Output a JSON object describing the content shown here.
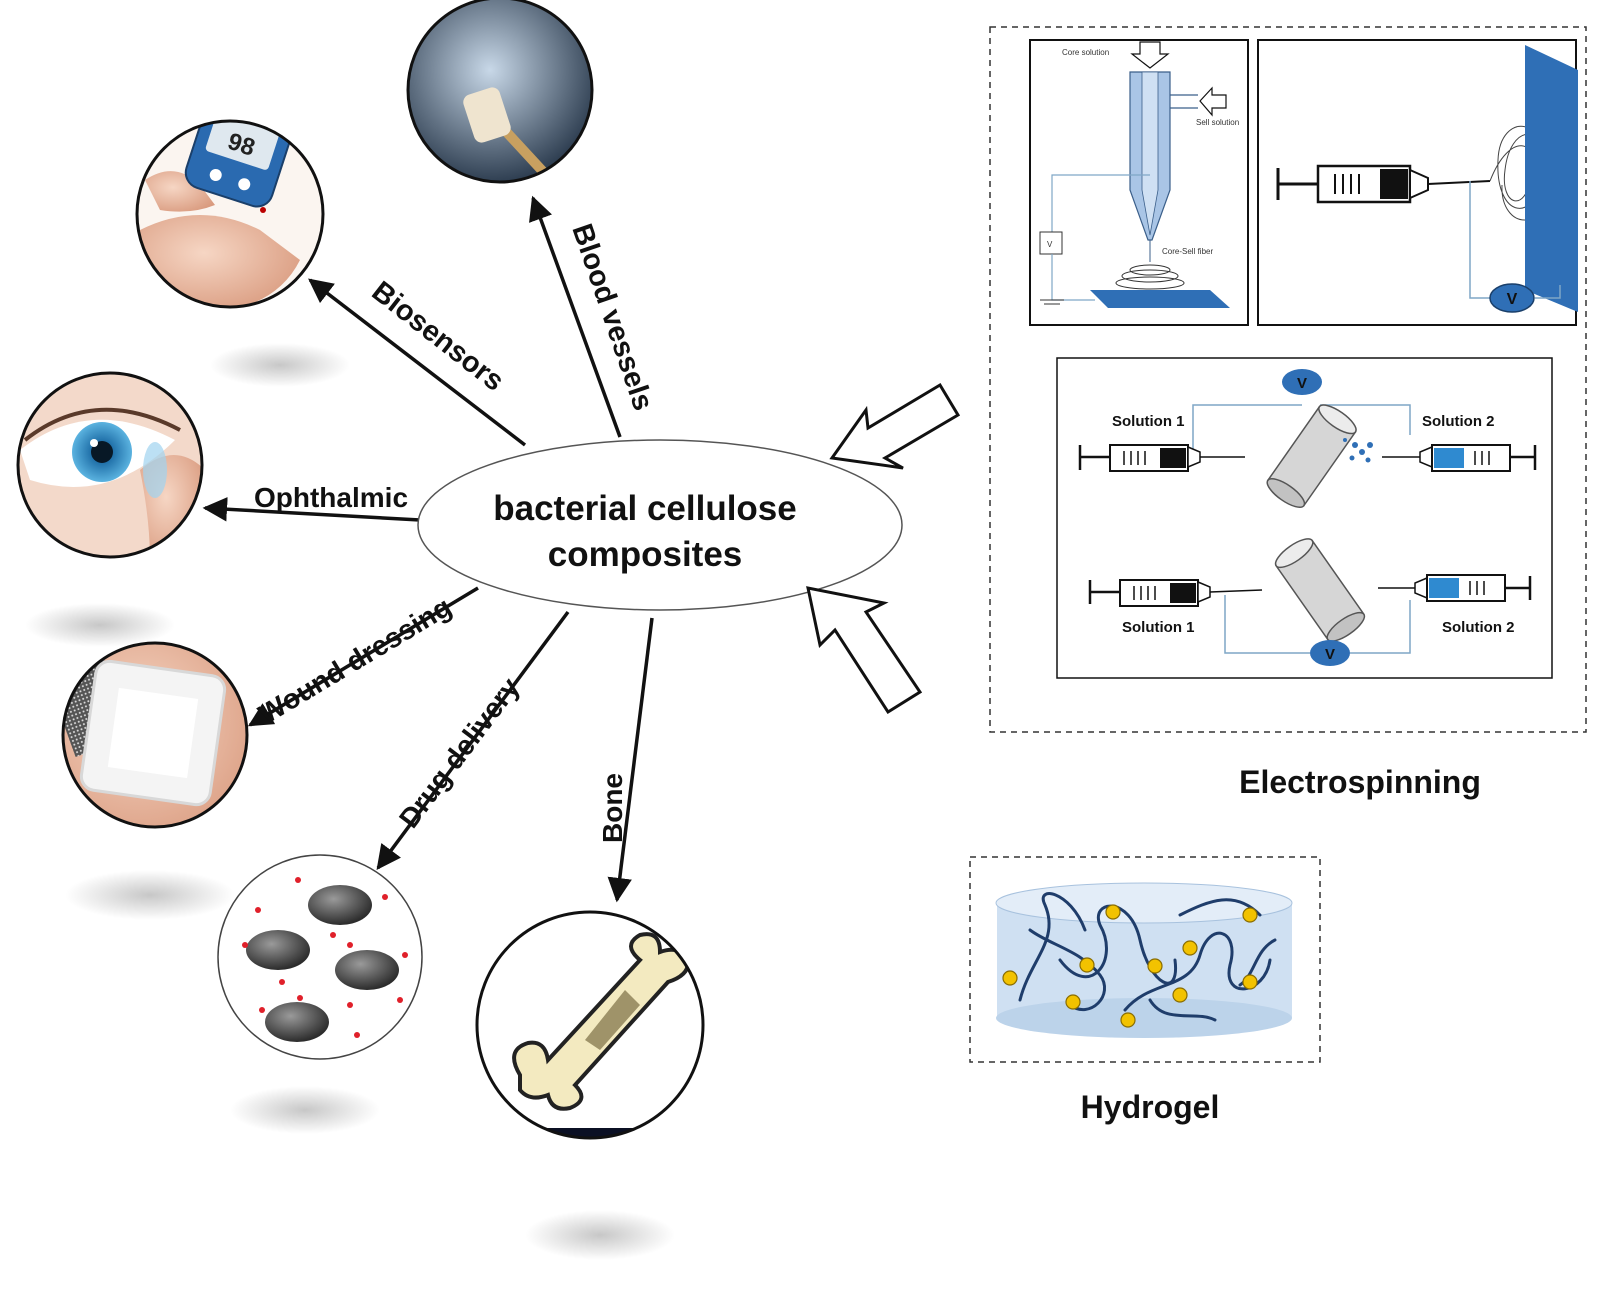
{
  "center": {
    "line1": "bacterial cellulose",
    "line2": "composites"
  },
  "applications": [
    {
      "key": "biosensors",
      "label": "Biosensors",
      "reading": "98"
    },
    {
      "key": "blood_vessels",
      "label": "Blood vessels"
    },
    {
      "key": "ophthalmic",
      "label": "Ophthalmic"
    },
    {
      "key": "wound_dressing",
      "label": "Wound dressing"
    },
    {
      "key": "drug_delivery",
      "label": "Drug delivery"
    },
    {
      "key": "bone",
      "label": "Bone"
    }
  ],
  "electrospinning": {
    "title": "Electrospinning",
    "coaxial": {
      "core": "Core solution",
      "shell": "Sell solution",
      "fiber": "Core-Sell fiber",
      "voltage": "V"
    },
    "single": {
      "voltage": "V"
    },
    "dual": {
      "solution1": "Solution 1",
      "solution2": "Solution 2",
      "voltage": "V"
    }
  },
  "hydrogel": {
    "title": "Hydrogel"
  },
  "colors": {
    "blue": "#2f6fb6",
    "dark": "#111111",
    "yellow": "#f4c430",
    "bone": "#f3eac0"
  }
}
